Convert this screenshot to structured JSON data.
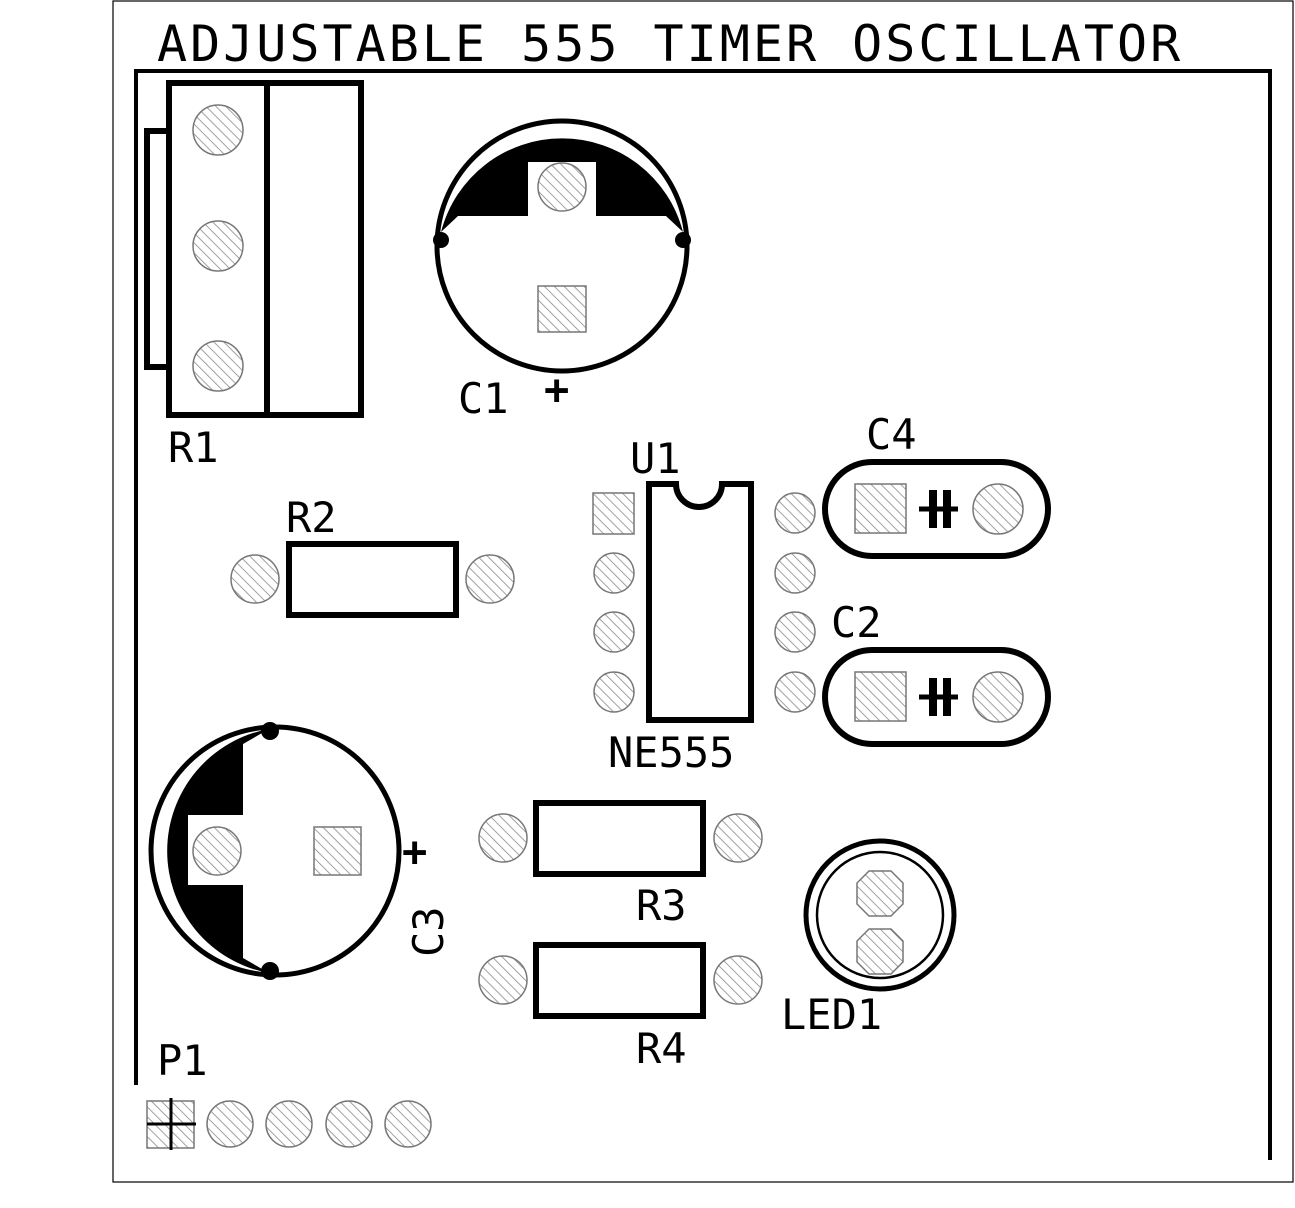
{
  "title": "ADJUSTABLE 555 TIMER OSCILLATOR",
  "labels": {
    "r1": "R1",
    "r2": "R2",
    "r3": "R3",
    "r4": "R4",
    "c1": "C1",
    "c1_plus": "+",
    "c2": "C2",
    "c3": "C3",
    "c3_plus": "+",
    "c4": "C4",
    "u1": "U1",
    "u1_value": "NE555",
    "led1": "LED1",
    "p1": "P1"
  },
  "colors": {
    "ink": "#000000",
    "pad_hatch": "#8a8a8a",
    "background": "#ffffff"
  }
}
